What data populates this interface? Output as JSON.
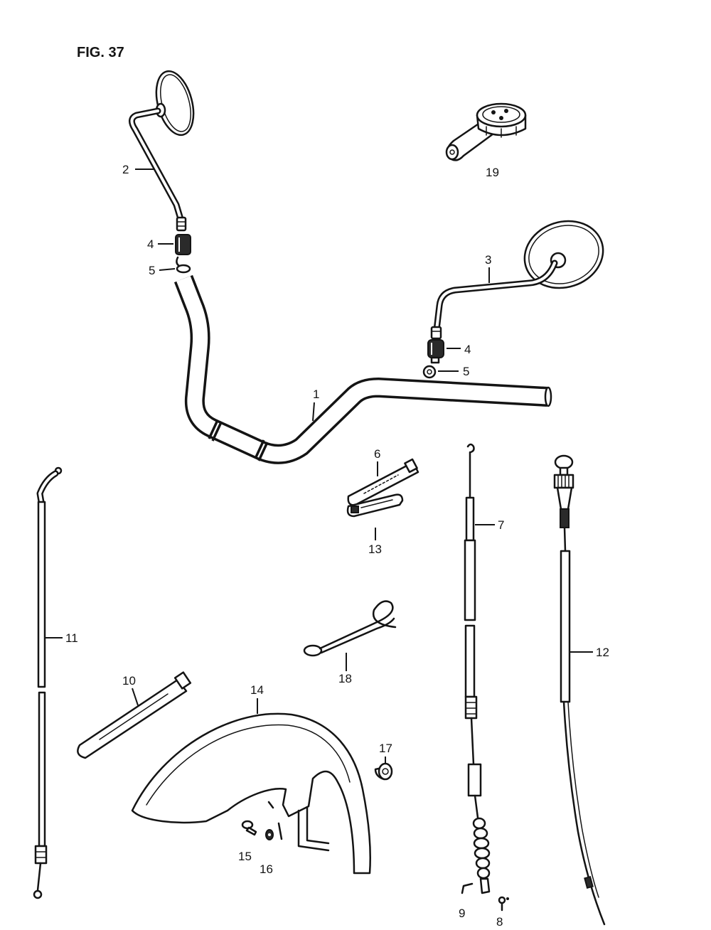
{
  "figure": {
    "title": "FIG. 37"
  },
  "callouts": {
    "p1": "1",
    "p2": "2",
    "p3": "3",
    "p4_left": "4",
    "p4_right": "4",
    "p5_left": "5",
    "p5_right": "5",
    "p6": "6",
    "p7": "7",
    "p8": "8",
    "p9": "9",
    "p10": "10",
    "p11": "11",
    "p12": "12",
    "p13": "13",
    "p14": "14",
    "p15": "15",
    "p16": "16",
    "p17": "17",
    "p18": "18",
    "p19": "19"
  }
}
